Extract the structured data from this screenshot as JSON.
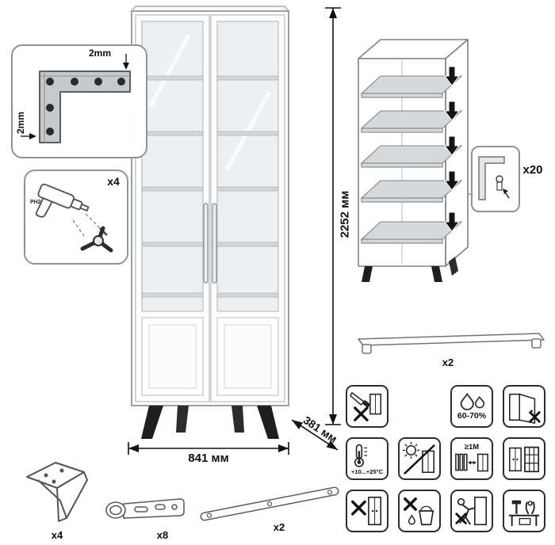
{
  "colors": {
    "ink": "#111111",
    "part_gray": "#c6cacc",
    "glass": "#edf0f2"
  },
  "dimensions": {
    "height": "2252 мм",
    "width": "841 мм",
    "depth": "381 мм"
  },
  "corner_detail": {
    "dim_top": "2mm",
    "dim_side": "2mm"
  },
  "drill_detail": {
    "count": "x4",
    "bit": "PH2"
  },
  "shelf_pin_detail": {
    "count": "x20"
  },
  "handle_detail": {
    "count": "x2"
  },
  "parts": {
    "leg_count": "x4",
    "hinge_count": "x8",
    "strap_count": "x2"
  },
  "care": {
    "humidity": "60-70%",
    "temperature": "+10...+25°C",
    "min_distance": "≥1M"
  }
}
